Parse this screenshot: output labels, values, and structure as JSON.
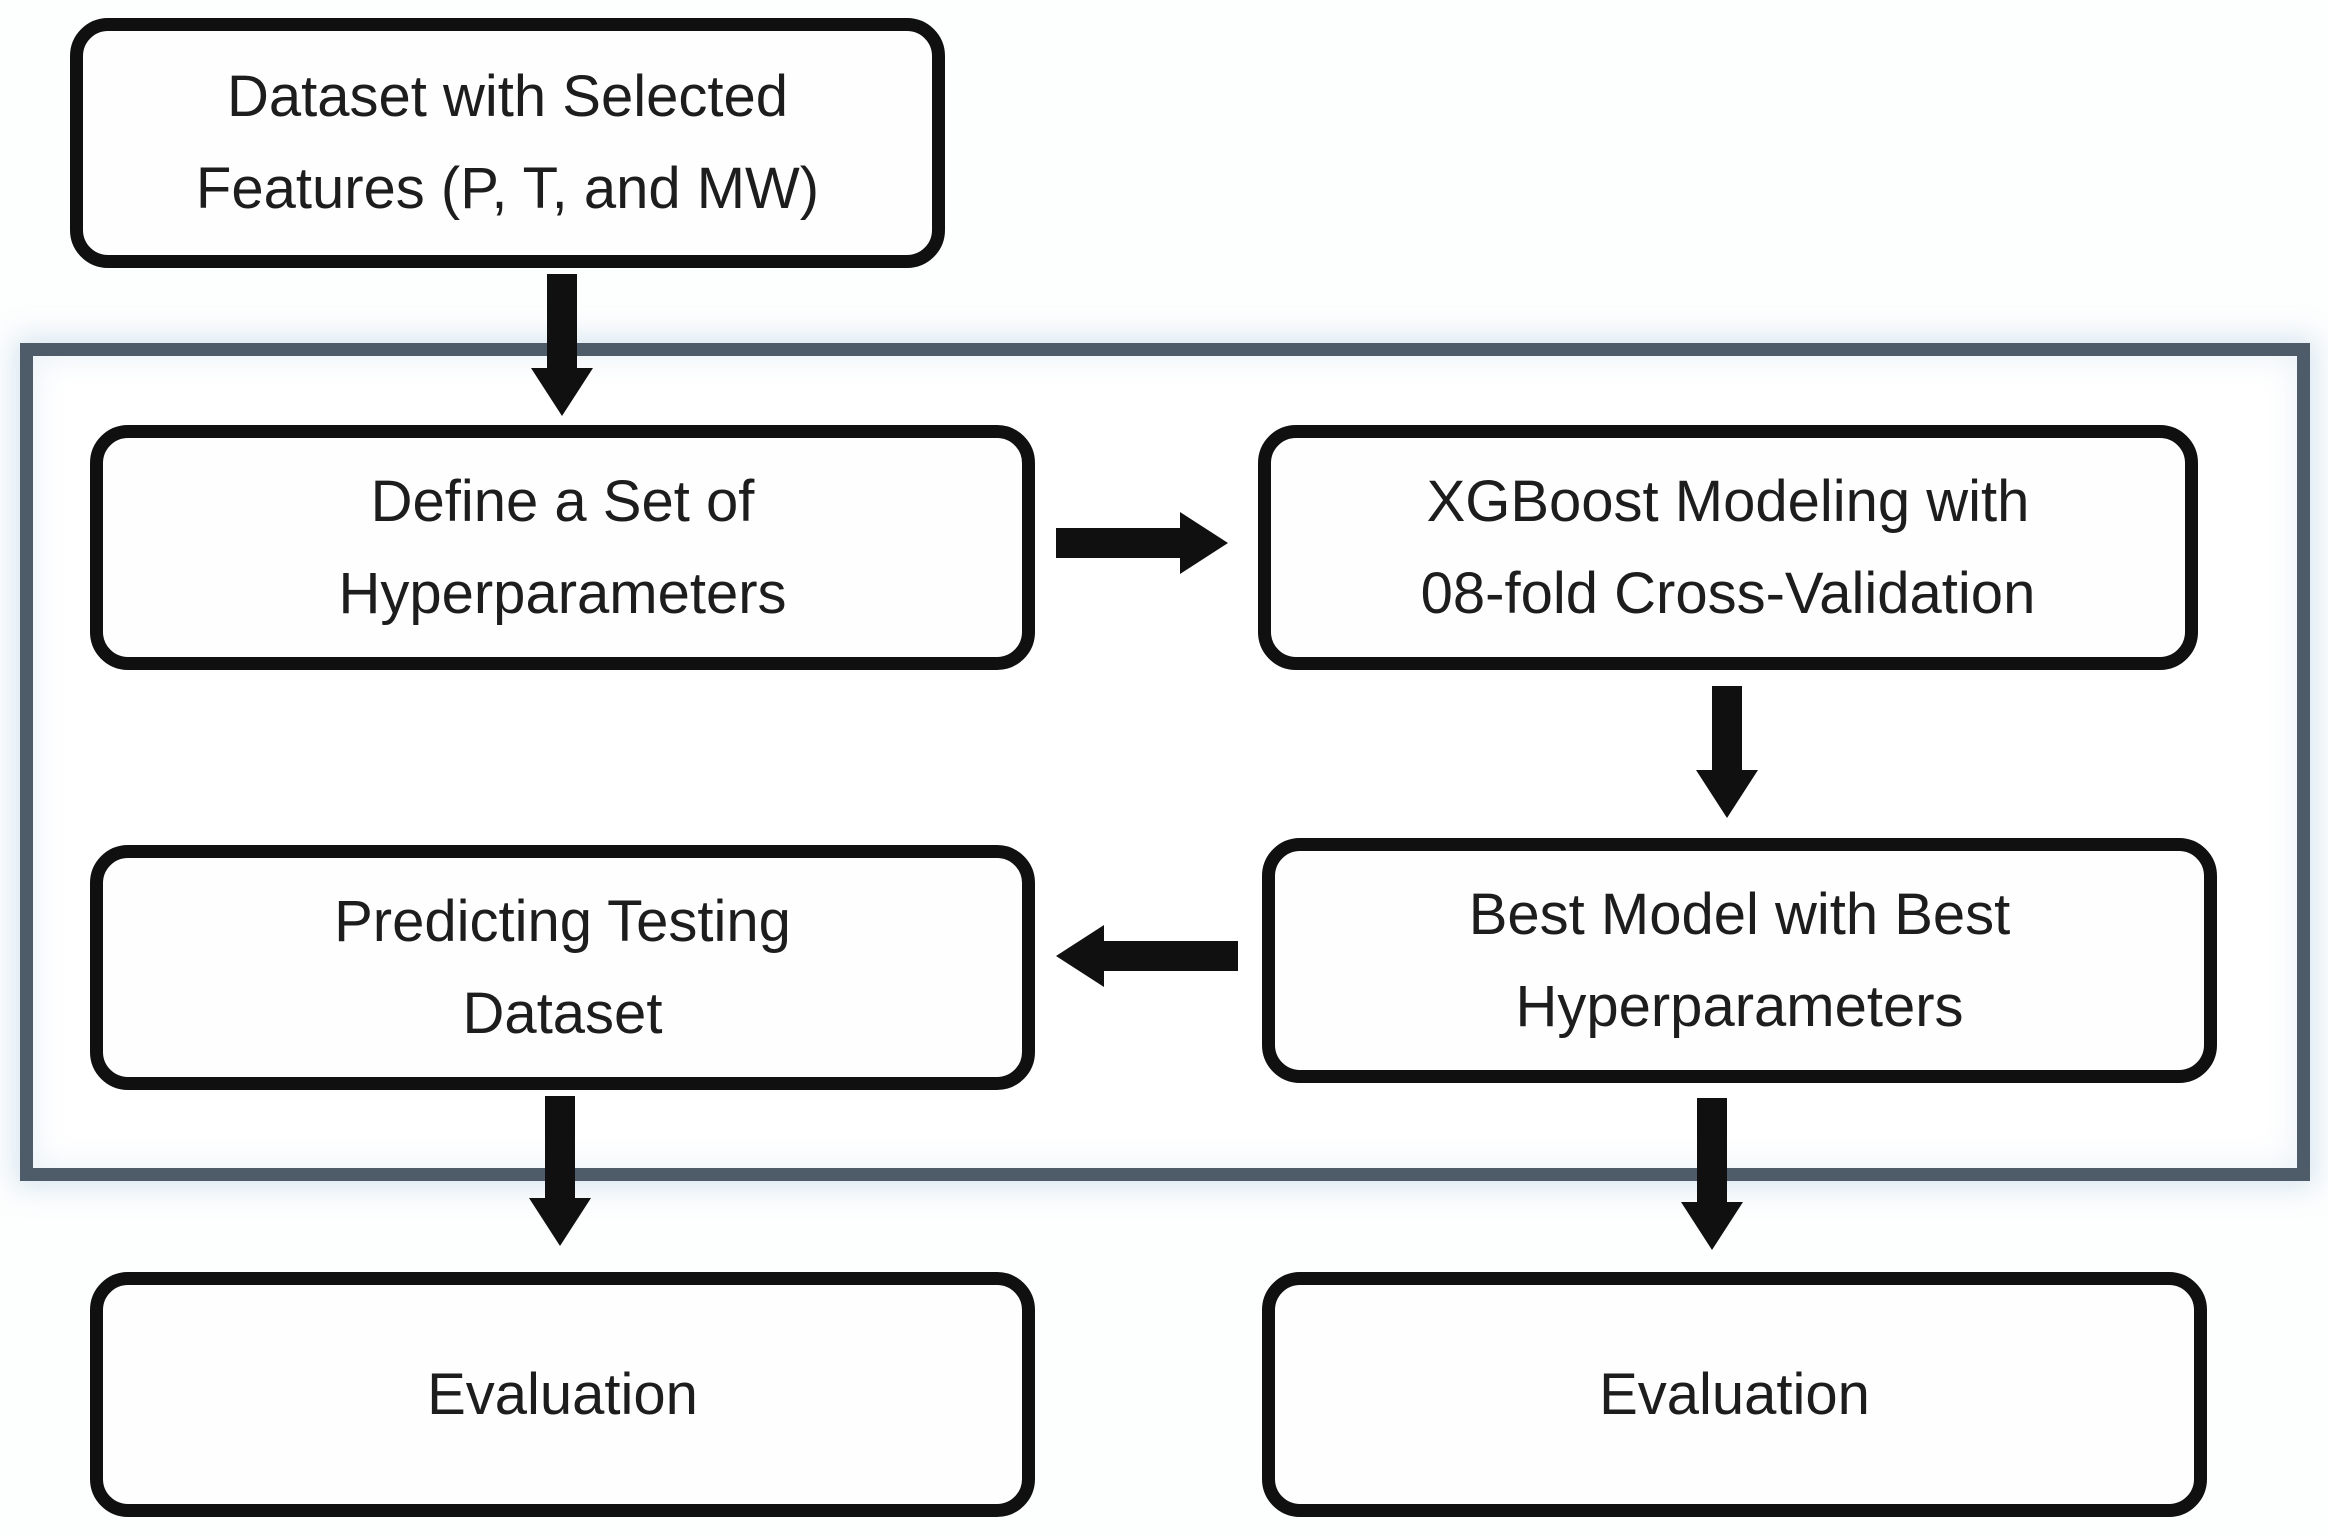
{
  "diagram": {
    "type": "flowchart"
  },
  "colors": {
    "background": "#fdfefe",
    "box_fill": "#fefefe",
    "box_border": "#101010",
    "frame_border": "#4e5c69",
    "arrow": "#101010",
    "text": "#1d1d1d"
  },
  "nodes": {
    "dataset": {
      "lines": [
        "Dataset with Selected",
        "Features (P, T, and MW)"
      ]
    },
    "define_hyperparameters": {
      "lines": [
        "Define a Set of",
        "Hyperparameters"
      ]
    },
    "xgboost_modeling": {
      "lines": [
        "XGBoost Modeling with",
        "08-fold Cross-Validation"
      ]
    },
    "predicting_testing": {
      "lines": [
        "Predicting Testing",
        "Dataset"
      ]
    },
    "best_model": {
      "lines": [
        "Best Model with Best",
        "Hyperparameters"
      ]
    },
    "evaluation_left": {
      "lines": [
        "Evaluation"
      ]
    },
    "evaluation_right": {
      "lines": [
        "Evaluation"
      ]
    }
  },
  "connections": [
    {
      "from": "dataset",
      "to": "define_hyperparameters",
      "direction": "down"
    },
    {
      "from": "define_hyperparameters",
      "to": "xgboost_modeling",
      "direction": "right"
    },
    {
      "from": "xgboost_modeling",
      "to": "best_model",
      "direction": "down"
    },
    {
      "from": "best_model",
      "to": "predicting_testing",
      "direction": "left"
    },
    {
      "from": "predicting_testing",
      "to": "evaluation_left",
      "direction": "down"
    },
    {
      "from": "best_model",
      "to": "evaluation_right",
      "direction": "down"
    }
  ]
}
